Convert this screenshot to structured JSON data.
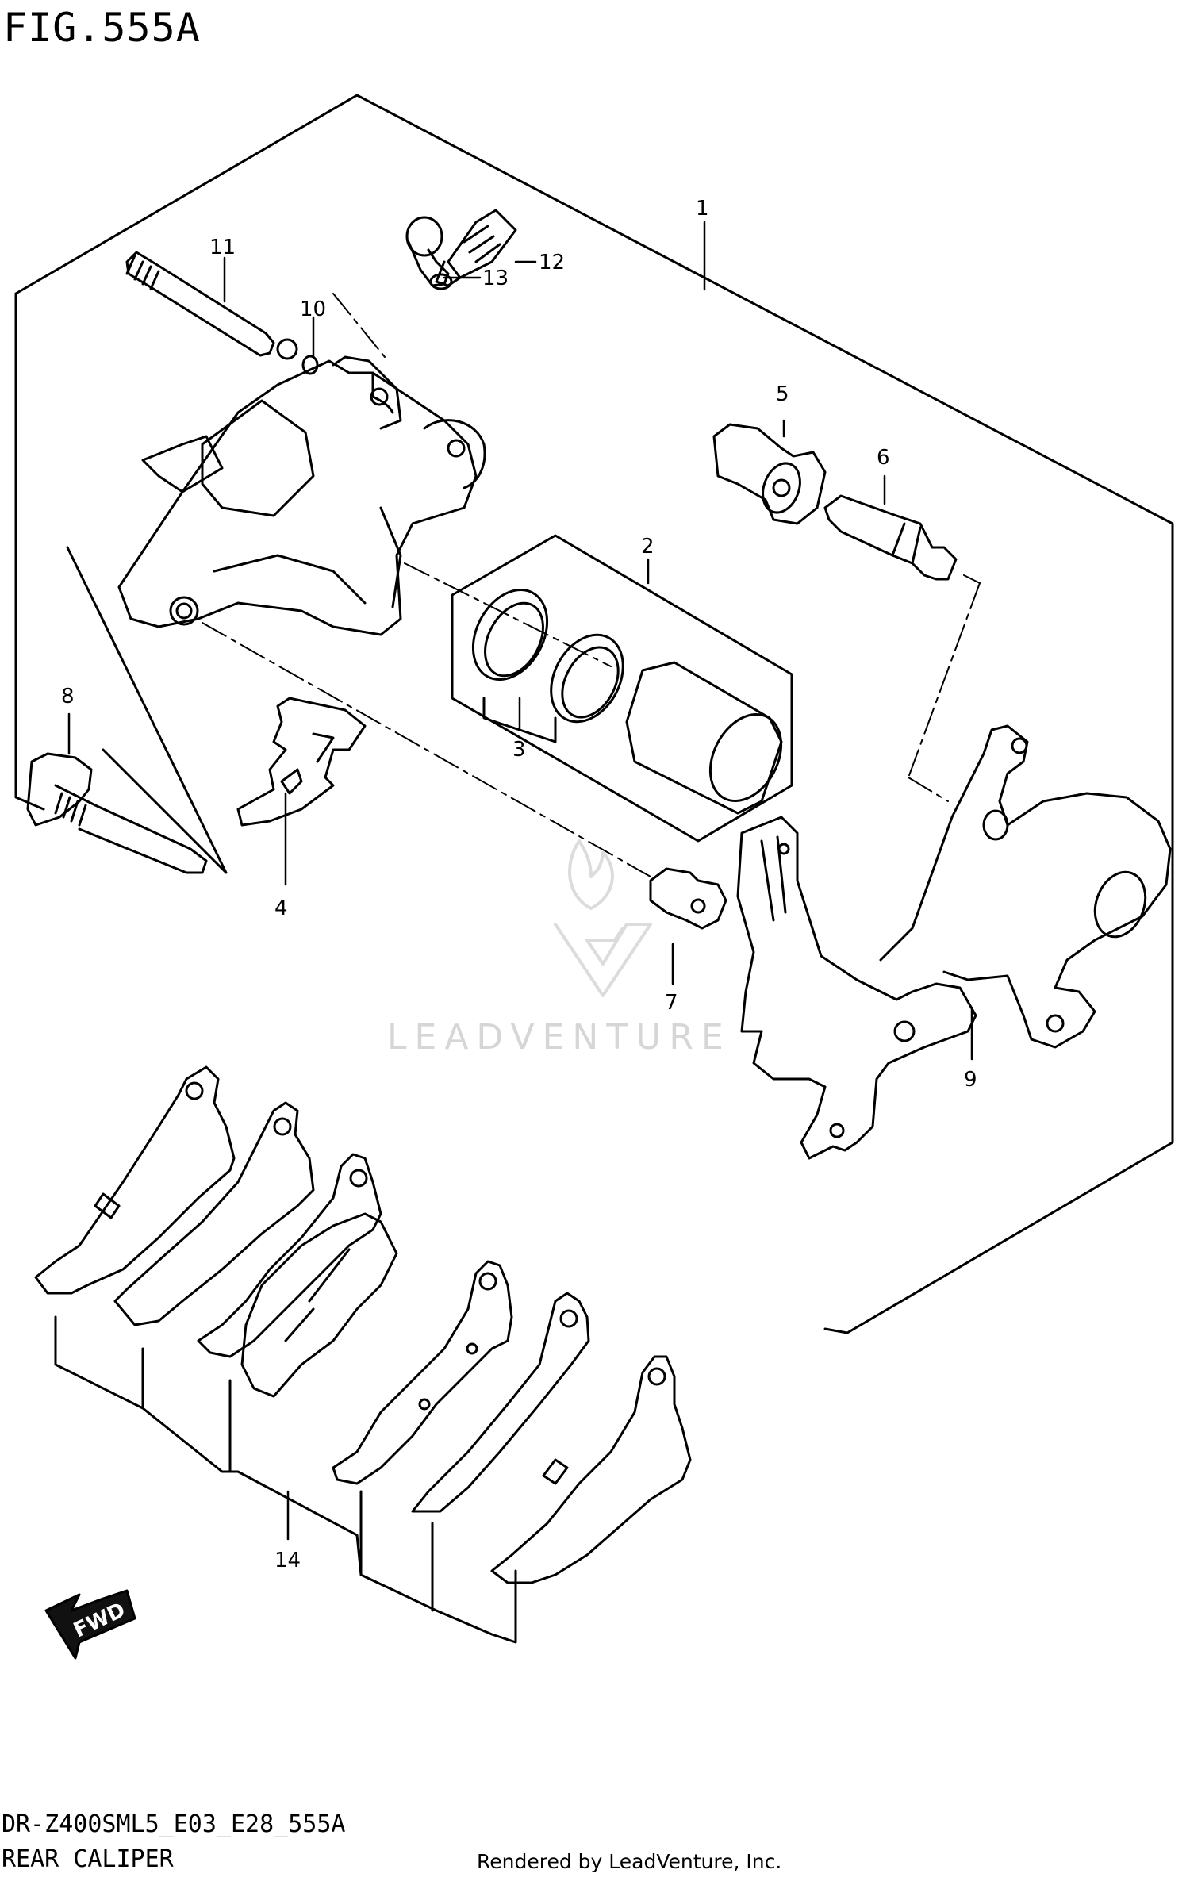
{
  "figure": {
    "title": "FIG.555A"
  },
  "footer": {
    "model_code": "DR-Z400SML5_E03_E28_555A",
    "section_name": "REAR CALIPER",
    "rendered_by": "Rendered by LeadVenture, Inc."
  },
  "watermark": {
    "text": "LEADVENTURE"
  },
  "fwd_arrow": {
    "label": "FWD"
  },
  "callouts": [
    {
      "id": "1",
      "label": "1",
      "part": "caliper-assembly"
    },
    {
      "id": "2",
      "label": "2",
      "part": "piston-set"
    },
    {
      "id": "3",
      "label": "3",
      "part": "piston-seal-rings"
    },
    {
      "id": "4",
      "label": "4",
      "part": "pad-spring"
    },
    {
      "id": "5",
      "label": "5",
      "part": "boot"
    },
    {
      "id": "6",
      "label": "6",
      "part": "slide-pin"
    },
    {
      "id": "7",
      "label": "7",
      "part": "boot-small"
    },
    {
      "id": "8",
      "label": "8",
      "part": "mounting-bolt"
    },
    {
      "id": "9",
      "label": "9",
      "part": "caliper-bracket"
    },
    {
      "id": "10",
      "label": "10",
      "part": "o-ring"
    },
    {
      "id": "11",
      "label": "11",
      "part": "pad-pin"
    },
    {
      "id": "12",
      "label": "12",
      "part": "bleeder-valve"
    },
    {
      "id": "13",
      "label": "13",
      "part": "bleeder-cap"
    },
    {
      "id": "14",
      "label": "14",
      "part": "brake-pad-set"
    }
  ]
}
